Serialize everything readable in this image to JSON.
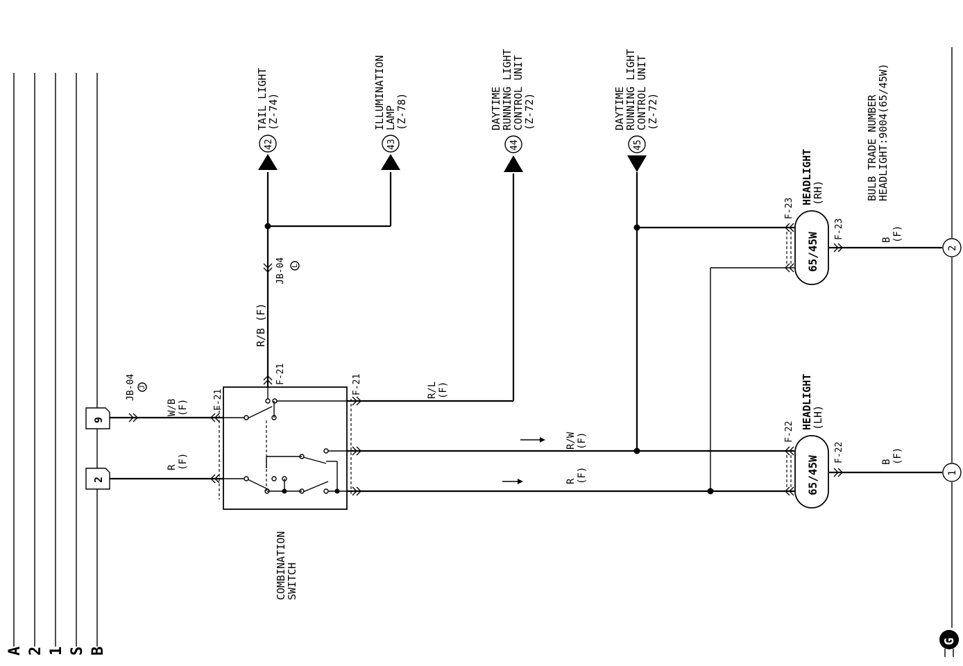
{
  "bus_labels": [
    "A",
    "2",
    "1",
    "S",
    "B"
  ],
  "bus_left_tags": [
    {
      "text": "9"
    },
    {
      "text": "2"
    }
  ],
  "ground_label": "G",
  "components": {
    "tail_light": {
      "num": "42",
      "lines": [
        "TAIL LIGHT",
        "(Z-74)"
      ]
    },
    "illumination_lamp": {
      "num": "43",
      "lines": [
        "ILLUMINATION",
        "LAMP",
        "(Z-78)"
      ]
    },
    "drl_unit_a": {
      "num": "44",
      "lines": [
        "DAYTIME",
        "RUNNING LIGHT",
        "CONTROL UNIT",
        "(Z-72)"
      ]
    },
    "drl_unit_b": {
      "num": "45",
      "lines": [
        "DAYTIME",
        "RUNNING LIGHT",
        "CONTROL UNIT",
        "(Z-72)"
      ]
    },
    "headlight_rh": {
      "rating": "65/45W",
      "lines": [
        "HEADLIGHT",
        "(RH)"
      ]
    },
    "headlight_lh": {
      "rating": "65/45W",
      "lines": [
        "HEADLIGHT",
        "(LH)"
      ]
    },
    "combination_switch": {
      "lines": [
        "COMBINATION",
        "SWITCH"
      ]
    }
  },
  "bulb_note": {
    "lines": [
      "BULB TRADE NUMBER",
      "HEADLIGHT:9004(65/45W)"
    ]
  },
  "connectors": {
    "jb04_top": {
      "text": "JB-04",
      "sub": "L"
    },
    "jb04_left": {
      "text": "JB-04",
      "sub": "J"
    },
    "f21_top": "F-21",
    "f21_left": "F-21",
    "f21_right": "F-21",
    "f23_left": "F-23",
    "f23_right": "F-23",
    "f22_left": "F-22",
    "f22_right": "F-22"
  },
  "wires": {
    "rb": "R/B (F)",
    "wb": {
      "color": "W/B",
      "loc": "(F)"
    },
    "r_left": {
      "color": "R",
      "loc": "(F)"
    },
    "rl": {
      "color": "R/L",
      "loc": "(F)"
    },
    "rw": {
      "color": "R/W",
      "loc": "(F)"
    },
    "r_mid": {
      "color": "R",
      "loc": "(F)"
    },
    "b_rh": {
      "color": "B",
      "loc": "(F)"
    },
    "b_lh": {
      "color": "B",
      "loc": "(F)"
    }
  },
  "ground_points": [
    {
      "text": "2"
    },
    {
      "text": "1"
    }
  ]
}
